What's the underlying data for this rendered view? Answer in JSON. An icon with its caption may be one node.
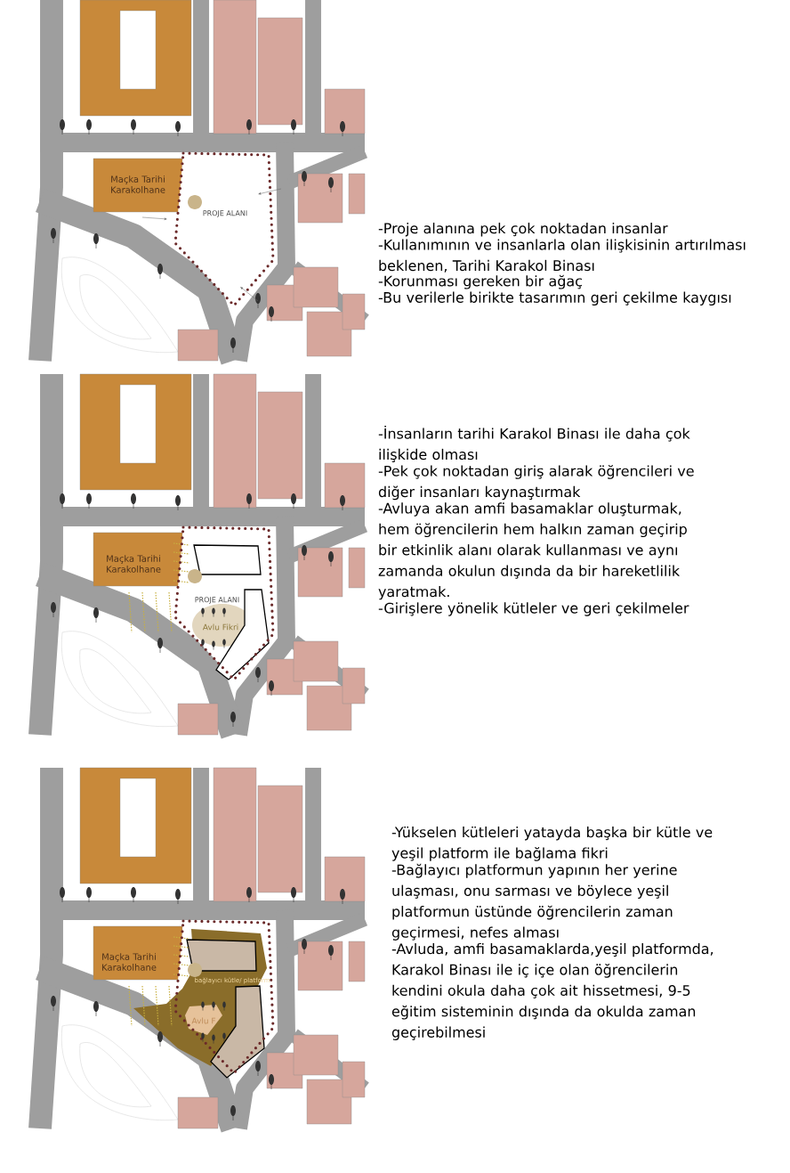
{
  "diagram": {
    "labels": [
      "Maçka Tarihi Karakolhane",
      "PROJE ALANI",
      "-Proje alanına pek çok noktadan insanlar",
      "-Kullanımının ve insanlarla olan ilişkisinin artırılması beklenen, Tarihi Karakol Binası",
      "-Korunması gereken bir ağaç",
      "-Bu verilerle birikte tasarımın geri çekilme kaygısı",
      "Maçka Tarihi Karakolhane",
      "PROJE ALANI",
      "Avlu Fikri",
      "-İnsanların tarihi Karakol Binası ile daha çok ilişkide olması",
      "-Pek çok noktadan giriş alarak öğrencileri ve diğer insanları kaynaştırmak",
      "-Avluya akan amfi basamaklar oluşturmak, hem öğrencilerin hem halkın zaman geçirip bir etkinlik alanı olarak kullanması ve aynı zamanda okulun dışında da bir hareketlilik yaratmak.",
      "-Girişlere yönelik kütleler ve geri çekilmeler",
      "Maçka Tarihi Karakolhane",
      "bağlayıcı kütle/ platform",
      "Avlu F",
      "-Yükselen kütleleri yatayda başka bir kütle ve yeşil platform ile bağlama fikri",
      "-Bağlayıcı platformun yapının her yerine ulaşması, onu sarması ve böylece yeşil platformun üstünde öğrencilerin zaman geçirmesi, nefes alması",
      "-Avluda, amfi basamaklarda,yeşil platformda, Karakol Binası ile iç içe olan öğrencilerin kendini okula daha çok ait hissetmesi, 9-5 eğitim sisteminin dışında da okulda zaman geçirebilmesi"
    ]
  }
}
